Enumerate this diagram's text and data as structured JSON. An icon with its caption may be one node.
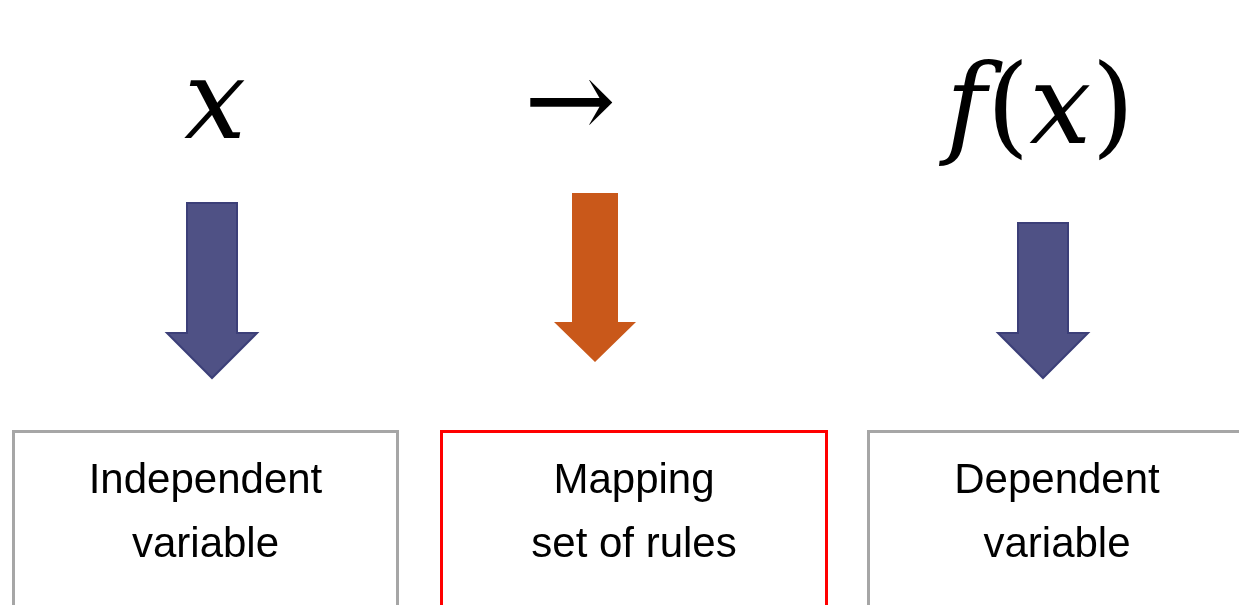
{
  "diagram": {
    "nodes": [
      {
        "text": [
          "x"
        ]
      },
      {
        "text": [
          "→"
        ]
      },
      {
        "text": [
          "*f*(*x*)"
        ]
      },
      {
        "text": [
          "Independent variable"
        ]
      },
      {
        "text": [
          "Mapping set of rules"
        ]
      },
      {
        "text": [
          "Dependent variable"
        ]
      }
    ],
    "edges": [
      {
        "from": 0,
        "to": 3,
        "arrow": "to"
      },
      {
        "from": 1,
        "to": 4,
        "arrow": "to",
        "color": "#c9581a"
      },
      {
        "from": 2,
        "to": 5,
        "arrow": "to"
      }
    ]
  }
}
